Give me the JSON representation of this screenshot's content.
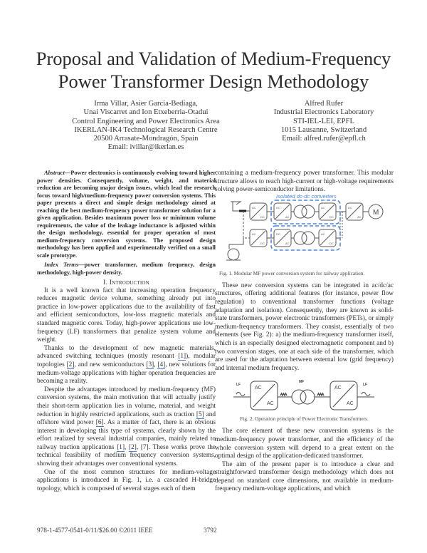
{
  "title": {
    "line1": "Proposal and Validation of Medium-Frequency",
    "line2": "Power Transformer Design Methodology"
  },
  "authors": {
    "left": [
      "Irma Villar, Asier Garcia-Bediaga,",
      "Unai Viscarret and Ion Etxeberria-Otadui",
      "Control Engineering and Power Electronics Area",
      "IKERLAN-IK4 Technological Research Centre",
      "20500 Arrasate-Mondragón, Spain",
      "Email: ivillar@ikerlan.es"
    ],
    "right": [
      "Alfred Rufer",
      "Industrial Electronics Laboratory",
      "STI-IEL-LEI, EPFL",
      "1015 Lausanne, Switzerland",
      "Email: alfred.rufer@epfl.ch"
    ]
  },
  "abstract": {
    "label": "Abstract",
    "text": "—Power electronics is continuously evolving toward higher power densities. Consequently, volume, weight, and material reduction are becoming major design issues, which lead the research focus toward high/medium-frequency power conversion systems. This paper presents a direct and simple design methodology aimed at reaching the best medium-frequency power transformer solution for a given application. Besides maximum power loss or minimum volume requirements, the value of the leakage inductance is adjusted within the design methodology, essential for proper operation of most medium-frequency conversion systems. The proposed design methodology has been applied and experimentally verified on a small scale prototype."
  },
  "index_terms": {
    "label": "Index Terms",
    "text": "—power transformer, medium frequency, design methodology, high-power density."
  },
  "section1": {
    "heading": "I. Introduction"
  },
  "body_left": {
    "p1": "It is a well known fact that increasing operation frequency reduces magnetic device volume, something already put into practice in low-power applications due to the availability of fast and efficient semiconductors, low-loss magnetic materials and standard magnetic cores. Today, high-power applications use low-frequency (LF) transformers that penalize system volume and weight.",
    "p2a": "Thanks to the development of new magnetic materials, advanced switching techniques (mostly resonant ",
    "p2b": "), modular topologies ",
    "p2c": ", and new semiconductors ",
    "p2d": ", ",
    "p2e": ", new solutions for medium-voltage applications with higher operation frequencies are becoming a reality.",
    "p3a": "Despite the advantages introduced by medium-frequency (MF) conversion systems, the main motivation that will actually justify their short-term application lies in volume, material, and weight reduction in highly restricted applications, such as traction ",
    "p3b": " and offshore wind power ",
    "p3c": ". As a matter of fact, there is an obvious interest in developing this type of systems, clearly shown by the effort realized by several industrial companies, mainly related to railway traction applications ",
    "p3d": ", ",
    "p3e": ", [7]. These works prove the technical feasibility of medium frequency conversion systems, showing their advantages over conventional systems.",
    "p4": "One of the most common structures for medium-voltage applications is introduced in Fig. 1, i.e. a cascaded H-bridge topology, which is composed of several stages each of them"
  },
  "refs": {
    "r1": "[1]",
    "r2": "[2]",
    "r3": "[3]",
    "r4": "[4]",
    "r5": "[5]",
    "r6": "[6]"
  },
  "body_right": {
    "p0": "containing a medium-frequency power transformer. This modular structure allows to reach high-current or high-voltage requirements solving power-semiconductor limitations.",
    "p1": "These new conversion systems can be integrated in ac/dc/ac structures, offering additional features (for instance, power flow regulation) to conventional transformer functions (voltage adaptation and isolation). Consequently, they are known as solid-state transformers, power electronic transformers (PETs), or simply medium-frequency transformers. They consist, essentially of two elements (see Fig. 2): a) the medium-frequency transformer itself, which is an especially designed electromagnetic component and b) two conversion stages, one at each side of the transformer, which are used for the adaptation between external low (grid frequency) and internal medium frequency.",
    "p2": "The core element of these new conversion systems is the medium-frequency power transformer, and the efficiency of the whole conversion system will depend to a great extent on the optimal design of the application-dedicated transformer.",
    "p3": "The aim of the present paper is to introduce a clear and straightforward transformer design methodology which does not depend on standard core dimensions, not available in medium-frequency medium-voltage applications, and which"
  },
  "fig1": {
    "group_label": "Isolated dc-dc converters",
    "caption": "Fig. 1.    Modular MF power conversion system for railway application.",
    "blocks": {
      "ac": "AC",
      "dc": "DC",
      "motor": "M"
    },
    "accent_color": "#4a86e8"
  },
  "fig2": {
    "lf_left": "LF",
    "mf": "MF",
    "lf_right": "LF",
    "ac": "AC",
    "caption": "Fig. 2.    Operation principle of Power Electronic Transformers."
  },
  "footer": {
    "isbn": "978-1-4577-0541-0/11/$26.00 ©2011 IEEE",
    "page": "3792"
  }
}
